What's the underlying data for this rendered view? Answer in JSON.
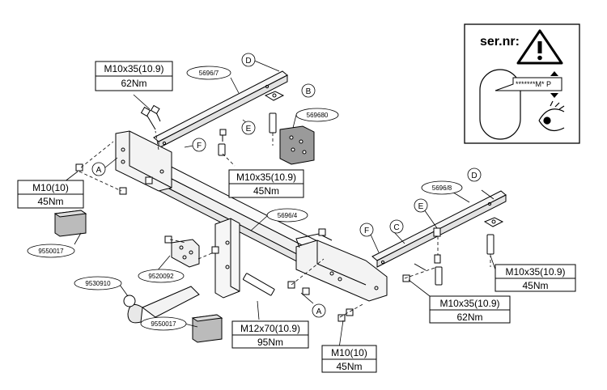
{
  "warning_box": {
    "title": "ser.nr:",
    "plate_text": "*******M* P"
  },
  "parts": {
    "p5696_7": "5696/7",
    "p569680": "569680",
    "p5696_8": "5696/8",
    "p5696_4": "5696/4",
    "p9550017_a": "9550017",
    "p9530910": "9530910",
    "p9520092": "9520092",
    "p9550017_b": "9550017"
  },
  "specs": {
    "s1": {
      "bolt": "M10x35(10.9)",
      "torque": "62Nm"
    },
    "s2": {
      "bolt": "M10x35(10.9)",
      "torque": "45Nm"
    },
    "s3": {
      "bolt": "M10(10)",
      "torque": "45Nm"
    },
    "s4": {
      "bolt": "M10x35(10.9)",
      "torque": "45Nm"
    },
    "s5": {
      "bolt": "M10x35(10.9)",
      "torque": "62Nm"
    },
    "s6": {
      "bolt": "M12x70(10.9)",
      "torque": "95Nm"
    },
    "s7": {
      "bolt": "M10(10)",
      "torque": "45Nm"
    }
  },
  "letters": {
    "d1": "D",
    "b1": "B",
    "e1": "E",
    "f1": "F",
    "a1": "A",
    "d2": "D",
    "e2": "E",
    "c1": "C",
    "f2": "F",
    "a2": "A"
  }
}
